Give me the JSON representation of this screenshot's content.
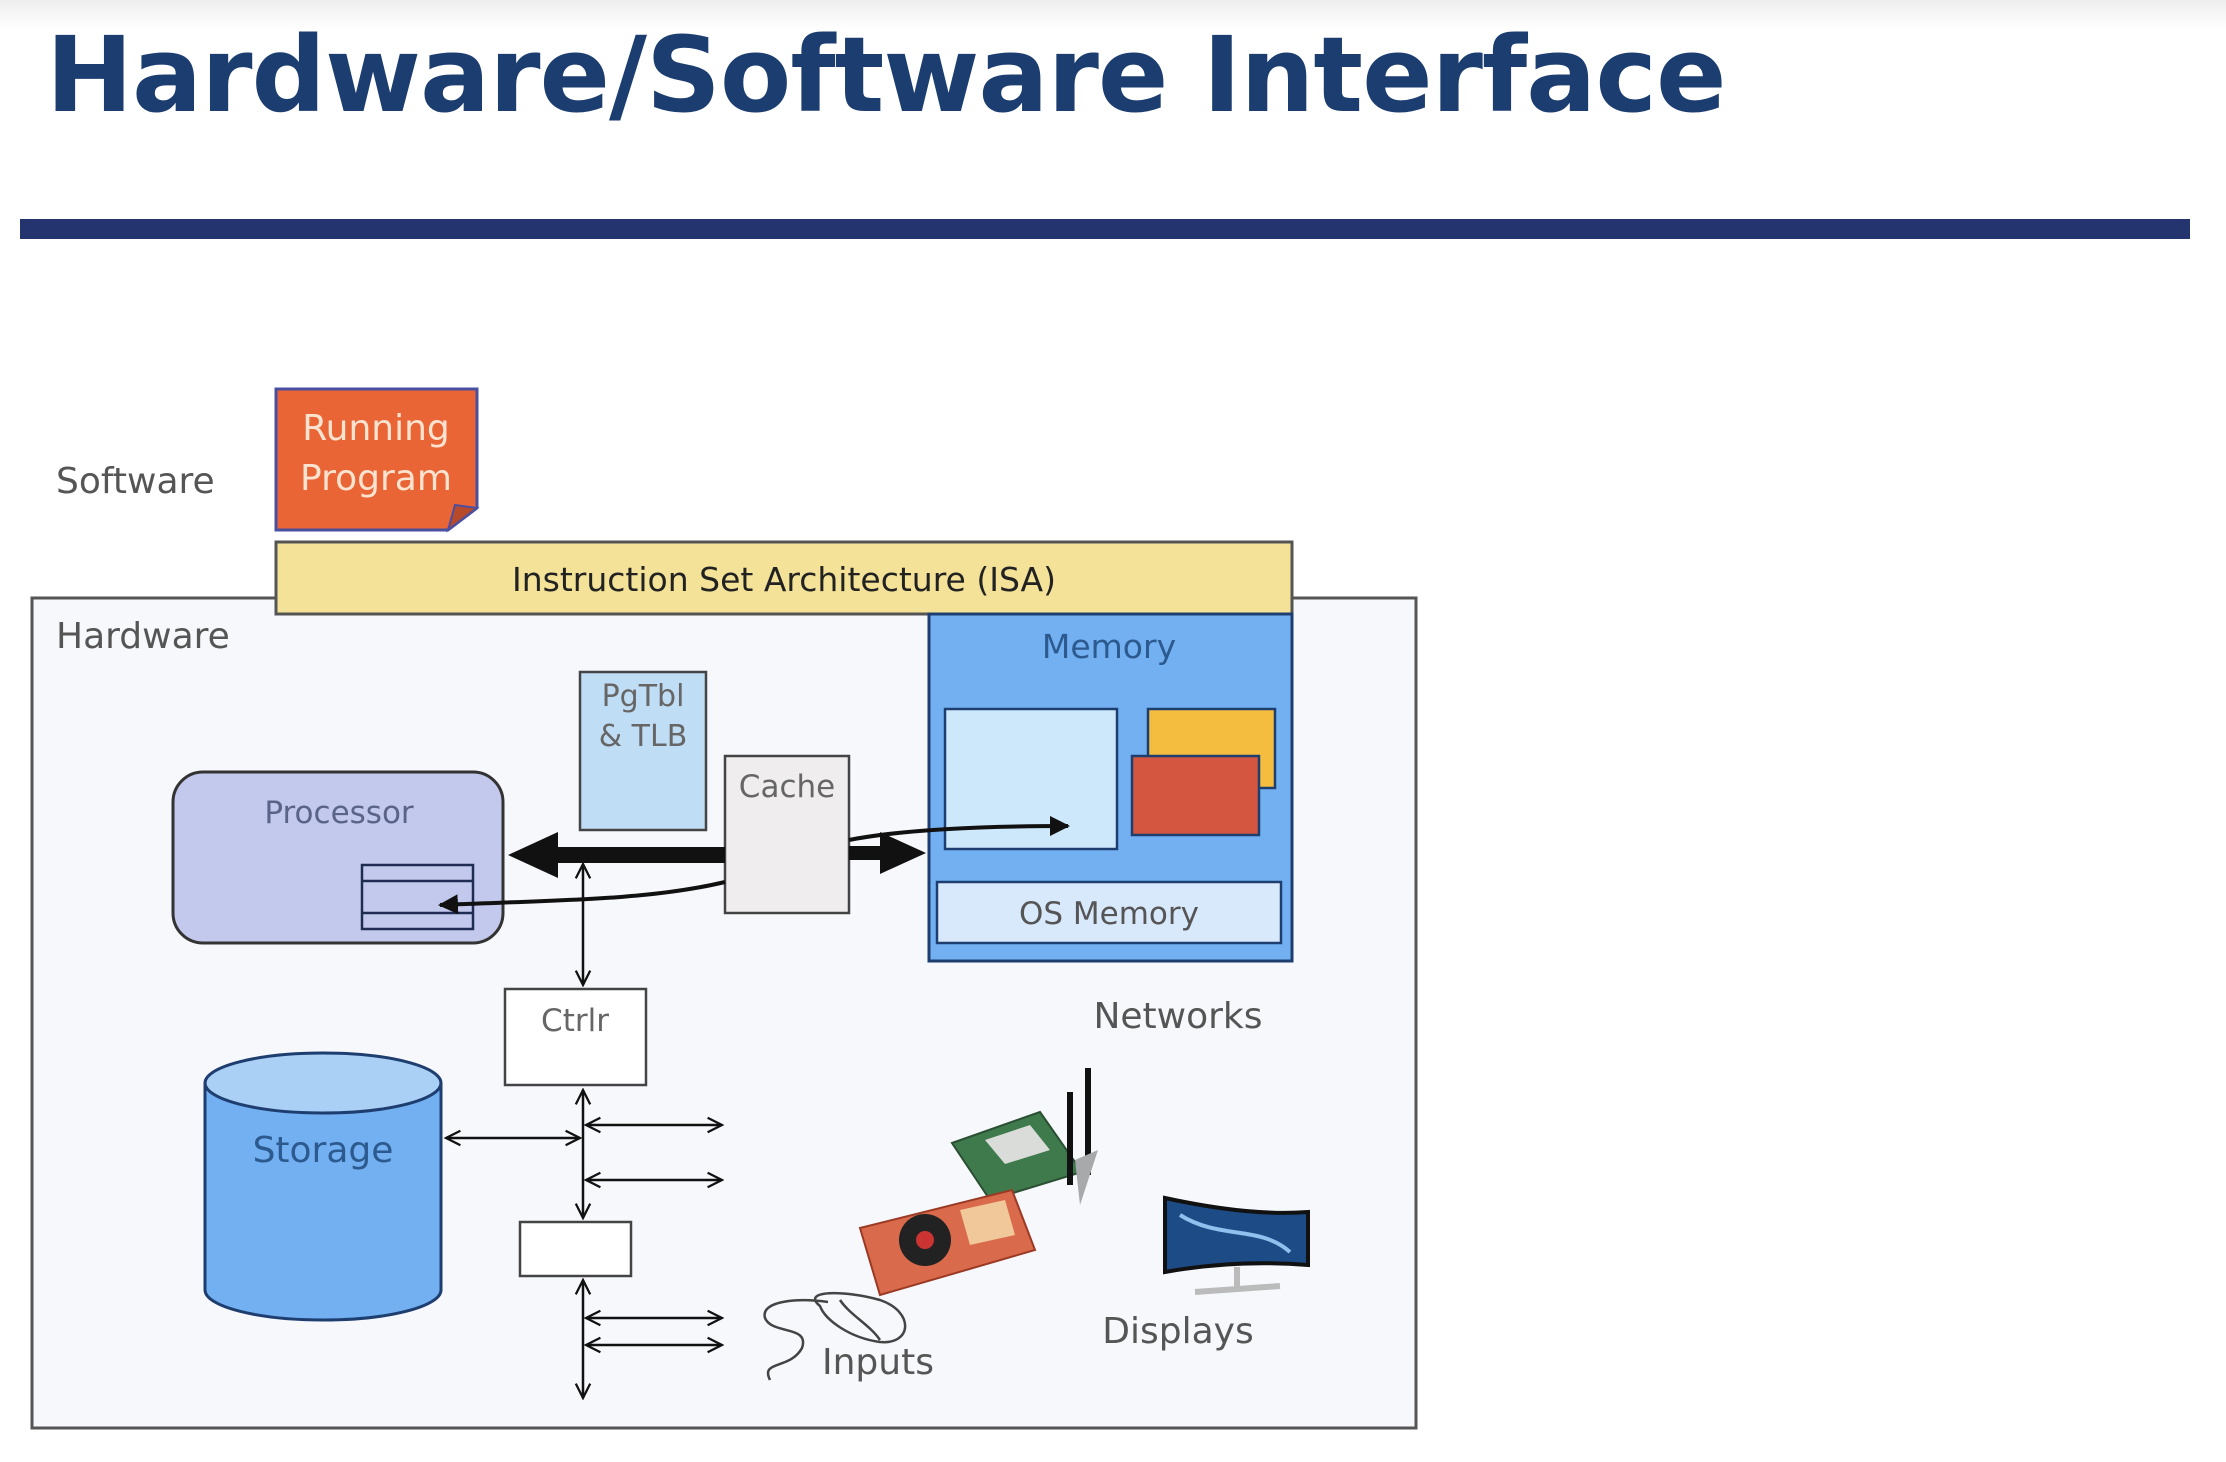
{
  "slide": {
    "title": "Hardware/Software Interface"
  },
  "diagram": {
    "software_label": "Software",
    "hardware_label": "Hardware",
    "running_program": [
      "Running",
      "Program"
    ],
    "isa_label": "Instruction Set Architecture (ISA)",
    "memory_label": "Memory",
    "os_memory_label": "OS Memory",
    "pgtbl_label": [
      "PgTbl",
      "& TLB"
    ],
    "cache_label": "Cache",
    "processor_label": "Processor",
    "ctrlr_label": "Ctrlr",
    "storage_label": "Storage",
    "networks_label": "Networks",
    "displays_label": "Displays",
    "inputs_label": "Inputs"
  },
  "colors": {
    "title": "#1c3d70",
    "rule": "#23346f",
    "running_program": "#ea6535",
    "isa": "#f3e297",
    "memory": "#72b0f2",
    "processor": "#c3c9ec",
    "pgtbl": "#c0ddf6",
    "cache": "#efeded",
    "storage": "#72b0f2",
    "page_yellow": "#f4bd40",
    "page_red": "#d45640",
    "hardware_bg": "#f6f8fc"
  }
}
